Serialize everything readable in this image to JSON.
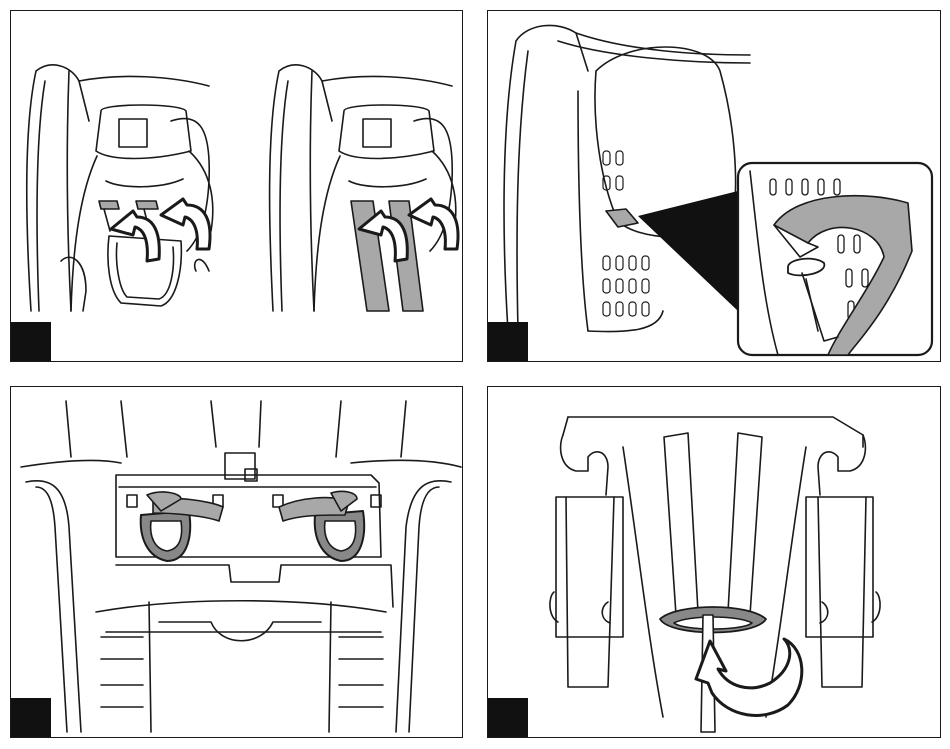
{
  "figure": {
    "panels": [
      {
        "id": "panel-1",
        "subject": "harness-straps-removal",
        "step_badge": ""
      },
      {
        "id": "panel-2",
        "subject": "shoulder-strap-loop-detail",
        "step_badge": ""
      },
      {
        "id": "panel-3",
        "subject": "rear-metal-connector",
        "step_badge": ""
      },
      {
        "id": "panel-4",
        "subject": "crotch-buckle-rotation",
        "step_badge": ""
      }
    ],
    "colors": {
      "line": "#1a1a1a",
      "strap_fill": "#a8a8a8",
      "badge": "#111111",
      "background": "#ffffff"
    },
    "icons": [
      "arrow-icon",
      "step-badge-icon",
      "zoom-callout-icon"
    ]
  }
}
